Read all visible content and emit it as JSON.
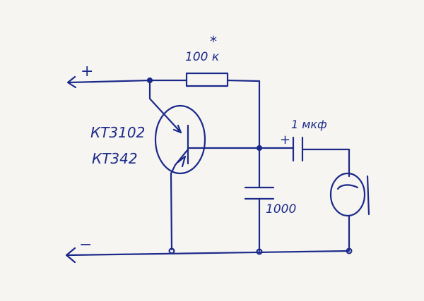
{
  "diagram": {
    "ink_color": "#1b2a8a",
    "paper_color": "#f7f5f1",
    "labels": {
      "plus_terminal": "+",
      "minus_terminal": "−",
      "resistor_value": "100 к",
      "resistor_mark": "*",
      "transistor_type_1": "КТ3102",
      "transistor_type_2": "КТ342",
      "coupling_cap_polarity": "+",
      "coupling_cap_value": "1 мкф",
      "filter_cap_value": "1000"
    }
  }
}
